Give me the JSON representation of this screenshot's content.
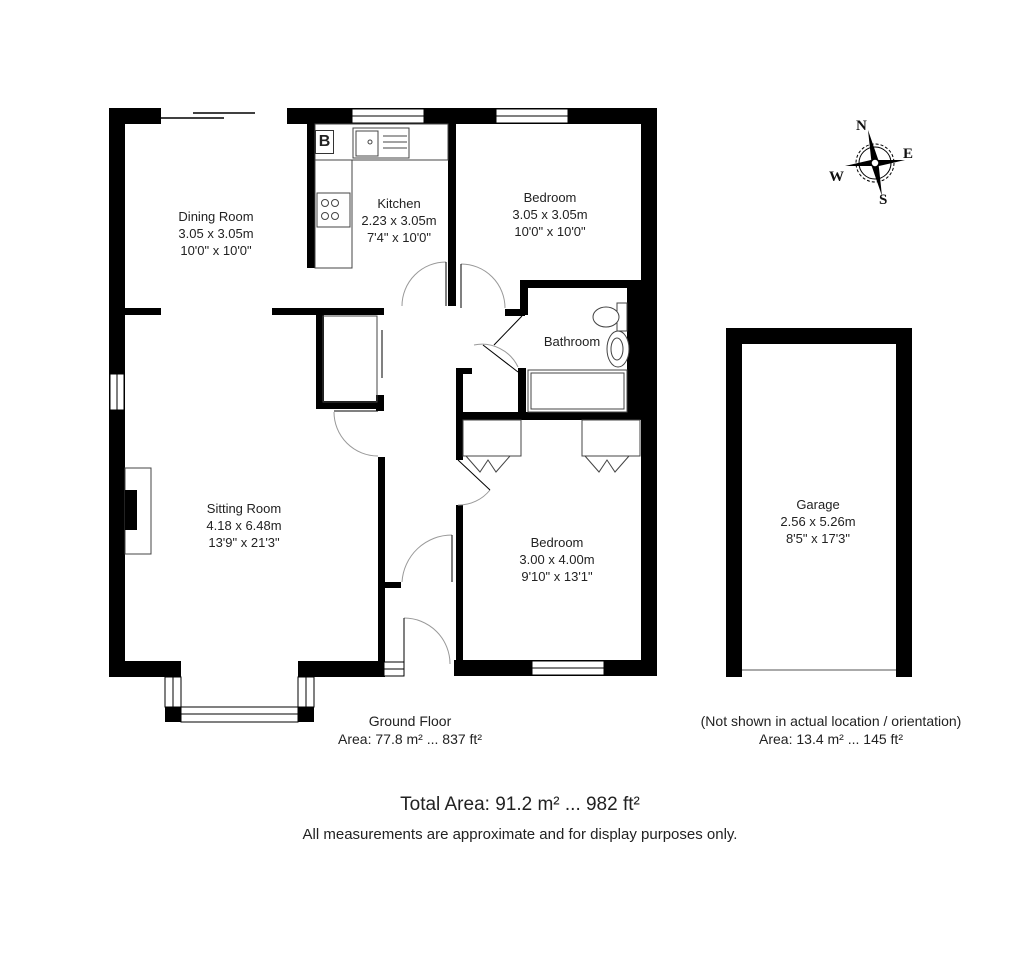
{
  "floorplan": {
    "compass": {
      "north": "N",
      "east": "E",
      "south": "S",
      "west": "W",
      "icon": "compass-rose-icon"
    },
    "appliances": {
      "boiler_label": "B"
    },
    "rooms": [
      {
        "id": "dining-room",
        "name": "Dining Room",
        "metric": "3.05 x 3.05m",
        "imperial": "10'0\" x 10'0\""
      },
      {
        "id": "kitchen",
        "name": "Kitchen",
        "metric": "2.23 x 3.05m",
        "imperial": "7'4\" x 10'0\""
      },
      {
        "id": "bedroom-1",
        "name": "Bedroom",
        "metric": "3.05 x 3.05m",
        "imperial": "10'0\" x 10'0\""
      },
      {
        "id": "bathroom",
        "name": "Bathroom"
      },
      {
        "id": "sitting-room",
        "name": "Sitting Room",
        "metric": "4.18 x 6.48m",
        "imperial": "13'9\" x 21'3\""
      },
      {
        "id": "bedroom-2",
        "name": "Bedroom",
        "metric": "3.00 x 4.00m",
        "imperial": "9'10\" x 13'1\""
      },
      {
        "id": "garage",
        "name": "Garage",
        "metric": "2.56 x 5.26m",
        "imperial": "8'5\" x 17'3\""
      }
    ],
    "ground_floor": {
      "title": "Ground Floor",
      "area": "Area: 77.8 m² ... 837 ft²"
    },
    "garage_note": {
      "note": "(Not shown in actual location / orientation)",
      "area": "Area: 13.4 m² ... 145 ft²"
    },
    "total_area": "Total Area: 91.2 m² ... 982 ft²",
    "disclaimer": "All measurements are approximate and for display purposes only."
  }
}
